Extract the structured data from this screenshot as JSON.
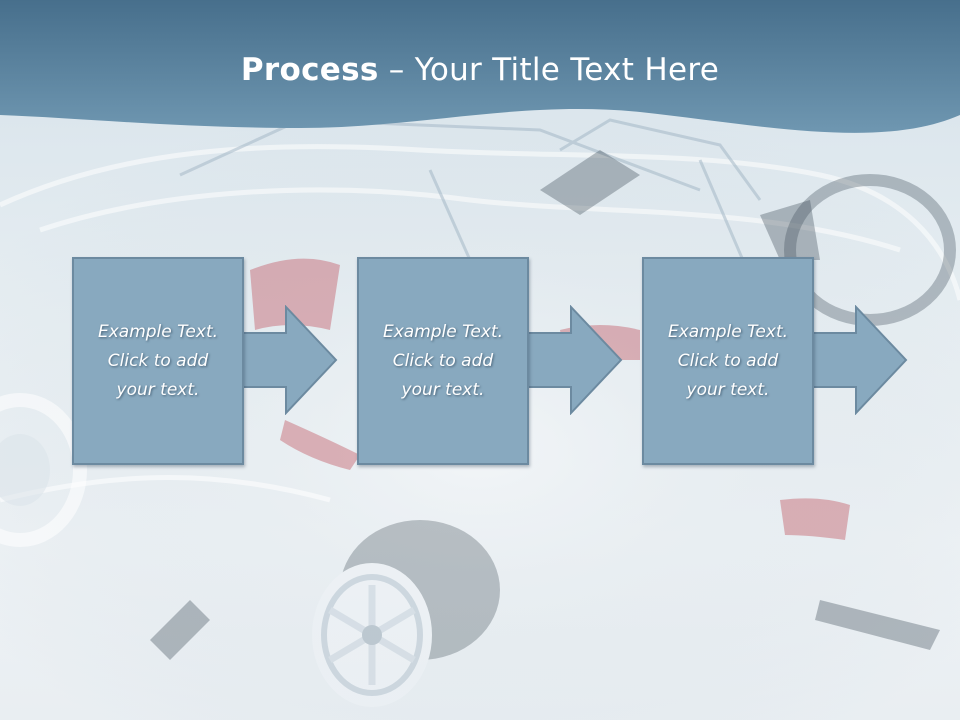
{
  "slide": {
    "title_bold": "Process",
    "title_rest": " – Your Title Text Here",
    "steps": [
      {
        "text": "Example Text.\nClick  to add\nyour text."
      },
      {
        "text": "Example Text.\nClick  to add\nyour text."
      },
      {
        "text": "Example Text.\nClick  to add\nyour text."
      }
    ],
    "colors": {
      "header": "#4f7a96",
      "box_fill": "#88a9bf",
      "box_border": "#6c8aa0",
      "arrow_fill": "#88a9bf",
      "text": "#ffffff"
    },
    "background_image": "car-cutaway-illustration"
  }
}
